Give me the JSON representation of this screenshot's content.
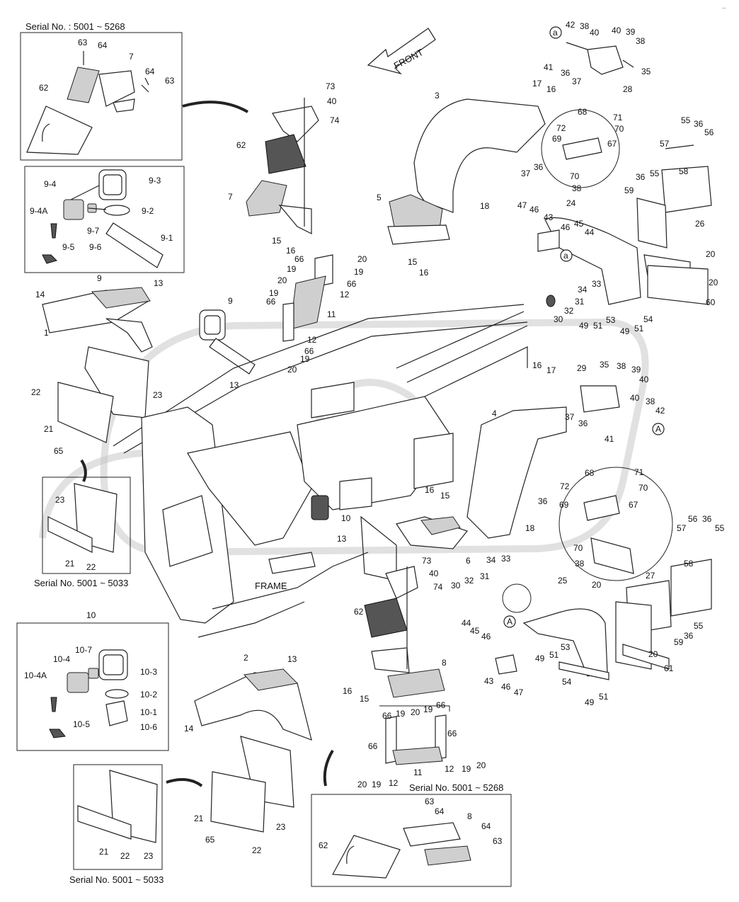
{
  "captions": {
    "serial_top_left": "Serial No. : 5001 ~ 5268",
    "serial_mid_left": "Serial No. 5001 ~ 5033",
    "serial_bottom_left": "Serial No. 5001 ~ 5033",
    "serial_bottom_right": "Serial No. 5001 ~ 5268",
    "frame": "FRAME",
    "front": "FRONT",
    "detail_marker": "a",
    "view_marker": "A",
    "corner_mark": "··"
  },
  "icons": [
    "front-arrow-icon",
    "detail-circle-a-icon",
    "view-circle-a-icon"
  ],
  "callouts": [
    "63",
    "64",
    "7",
    "64",
    "63",
    "62",
    "9-4",
    "9-3",
    "9-4A",
    "9-7",
    "9-2",
    "9-1",
    "9-5",
    "9-6",
    "9",
    "14",
    "13",
    "1",
    "22",
    "23",
    "21",
    "65",
    "23",
    "21",
    "22",
    "10",
    "10-4",
    "10-7",
    "10-3",
    "10-4A",
    "10-2",
    "10-1",
    "10-6",
    "10-5",
    "2",
    "13",
    "14",
    "21",
    "65",
    "22",
    "23",
    "21",
    "22",
    "23",
    "73",
    "40",
    "74",
    "62",
    "7",
    "15",
    "16",
    "66",
    "19",
    "20",
    "20",
    "19",
    "66",
    "19",
    "12",
    "66",
    "11",
    "12",
    "66",
    "20",
    "19",
    "9",
    "13",
    "3",
    "5",
    "18",
    "15",
    "16",
    "17",
    "16",
    "37",
    "36",
    "42",
    "38",
    "40",
    "40",
    "39",
    "38",
    "41",
    "36",
    "37",
    "35",
    "28",
    "68",
    "71",
    "72",
    "70",
    "69",
    "67",
    "70",
    "38",
    "55",
    "36",
    "56",
    "57",
    "58",
    "36",
    "55",
    "59",
    "26",
    "47",
    "46",
    "43",
    "24",
    "46",
    "45",
    "44",
    "20",
    "20",
    "60",
    "34",
    "33",
    "31",
    "32",
    "30",
    "53",
    "54",
    "49",
    "51",
    "49",
    "51",
    "16",
    "17",
    "29",
    "35",
    "38",
    "39",
    "40",
    "37",
    "36",
    "40",
    "38",
    "42",
    "41",
    "4",
    "36",
    "18",
    "16",
    "15",
    "10",
    "13",
    "6",
    "73",
    "40",
    "74",
    "30",
    "34",
    "33",
    "32",
    "31",
    "44",
    "45",
    "46",
    "68",
    "71",
    "72",
    "70",
    "69",
    "67",
    "70",
    "38",
    "56",
    "36",
    "55",
    "57",
    "58",
    "27",
    "20",
    "25",
    "55",
    "36",
    "59",
    "49",
    "51",
    "53",
    "54",
    "43",
    "46",
    "47",
    "49",
    "51",
    "61",
    "20",
    "62",
    "8",
    "16",
    "15",
    "66",
    "19",
    "20",
    "19",
    "66",
    "66",
    "66",
    "19",
    "20",
    "20",
    "19",
    "12",
    "11",
    "12",
    "63",
    "64",
    "8",
    "64",
    "63",
    "62"
  ]
}
